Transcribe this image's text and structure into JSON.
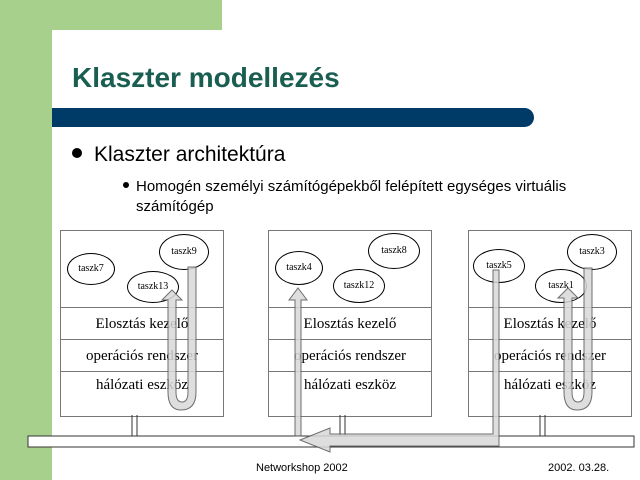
{
  "title": "Klaszter modellezés",
  "bullet_level1": "Klaszter architektúra",
  "bullet_level2": "Homogén személyi számítógépekből felépített egységes virtuális számítógép",
  "nodes": [
    {
      "tasks": [
        "taszk9",
        "taszk7",
        "taszk13"
      ],
      "layers": [
        "Elosztás kezelő",
        "operációs rendszer",
        "hálózati eszköz"
      ]
    },
    {
      "tasks": [
        "taszk8",
        "taszk4",
        "taszk12"
      ],
      "layers": [
        "Elosztás kezelő",
        "operációs rendszer",
        "hálózati eszköz"
      ]
    },
    {
      "tasks": [
        "taszk3",
        "taszk5",
        "taszk1"
      ],
      "layers": [
        "Elosztás kezelő",
        "operációs rendszer",
        "hálózati eszköz"
      ]
    }
  ],
  "footer": {
    "center": "Networkshop 2002",
    "right": "2002. 03.28."
  }
}
